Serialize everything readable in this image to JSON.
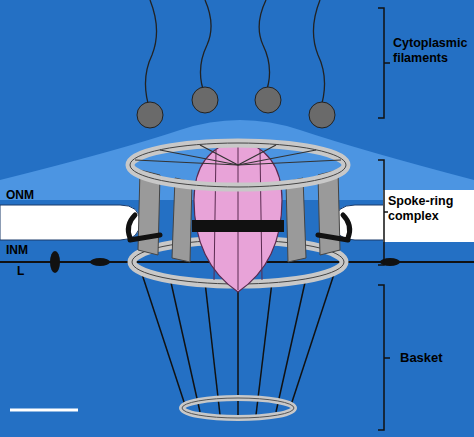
{
  "diagram": {
    "labels": [
      "Cytoplasmic filaments",
      "Spoke-ring complex",
      "Basket",
      "ONM",
      "INM",
      "L"
    ]
  }
}
